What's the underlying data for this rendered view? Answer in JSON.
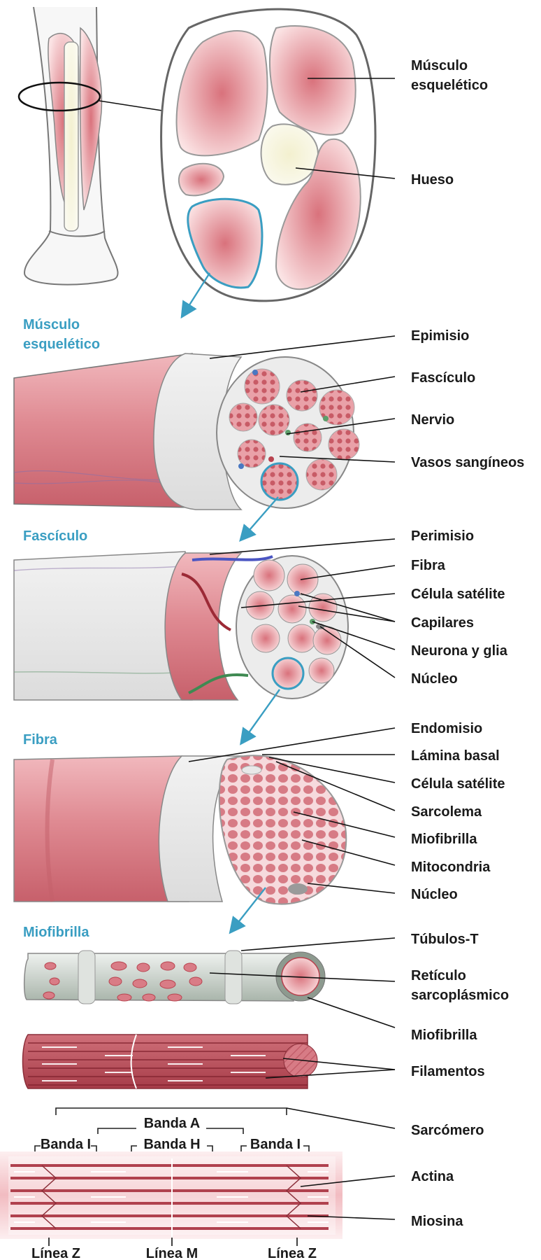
{
  "sections": {
    "skeletal_muscle": [
      "Músculo",
      "esquelético"
    ],
    "fascicle": "Fascículo",
    "fiber": "Fibra",
    "myofibril": "Miofibrilla"
  },
  "labels": {
    "skeletal_muscle": [
      "Músculo",
      "esquelético"
    ],
    "bone": "Hueso",
    "epimysium": "Epimisio",
    "fascicle": "Fascículo",
    "nerve": "Nervio",
    "blood_vessels": "Vasos sangíneos",
    "perimysium": "Perimisio",
    "fiber": "Fibra",
    "satellite_cell_1": "Célula satélite",
    "capillaries": "Capilares",
    "neuron_glia": "Neurona y glia",
    "nucleus_1": "Núcleo",
    "endomysium": "Endomisio",
    "basal_lamina": "Lámina basal",
    "satellite_cell_2": "Célula satélite",
    "sarcolemma": "Sarcolema",
    "myofibril_1": "Miofibrilla",
    "mitochondria": "Mitocondria",
    "nucleus_2": "Núcleo",
    "t_tubules": "Túbulos-T",
    "sarcoplasmic_reticulum": [
      "Retículo",
      "sarcoplásmico"
    ],
    "myofibril_2": "Miofibrilla",
    "filaments": "Filamentos",
    "sarcomere": "Sarcómero",
    "actin": "Actina",
    "myosin": "Miosina"
  },
  "sarcomere_bands": {
    "a_band": "Banda A",
    "i_band_left": "Banda I",
    "h_band": "Banda H",
    "i_band_right": "Banda I",
    "z_line_left": "Línea Z",
    "m_line": "Línea M",
    "z_line_right": "Línea Z"
  },
  "colors": {
    "section_title": "#3a9ec2",
    "arrow": "#3a9ec2",
    "muscle": "#d9727c",
    "muscle_dark": "#b8434f",
    "bone": "#f3f0cf",
    "sheath": "#e8e8e8"
  }
}
